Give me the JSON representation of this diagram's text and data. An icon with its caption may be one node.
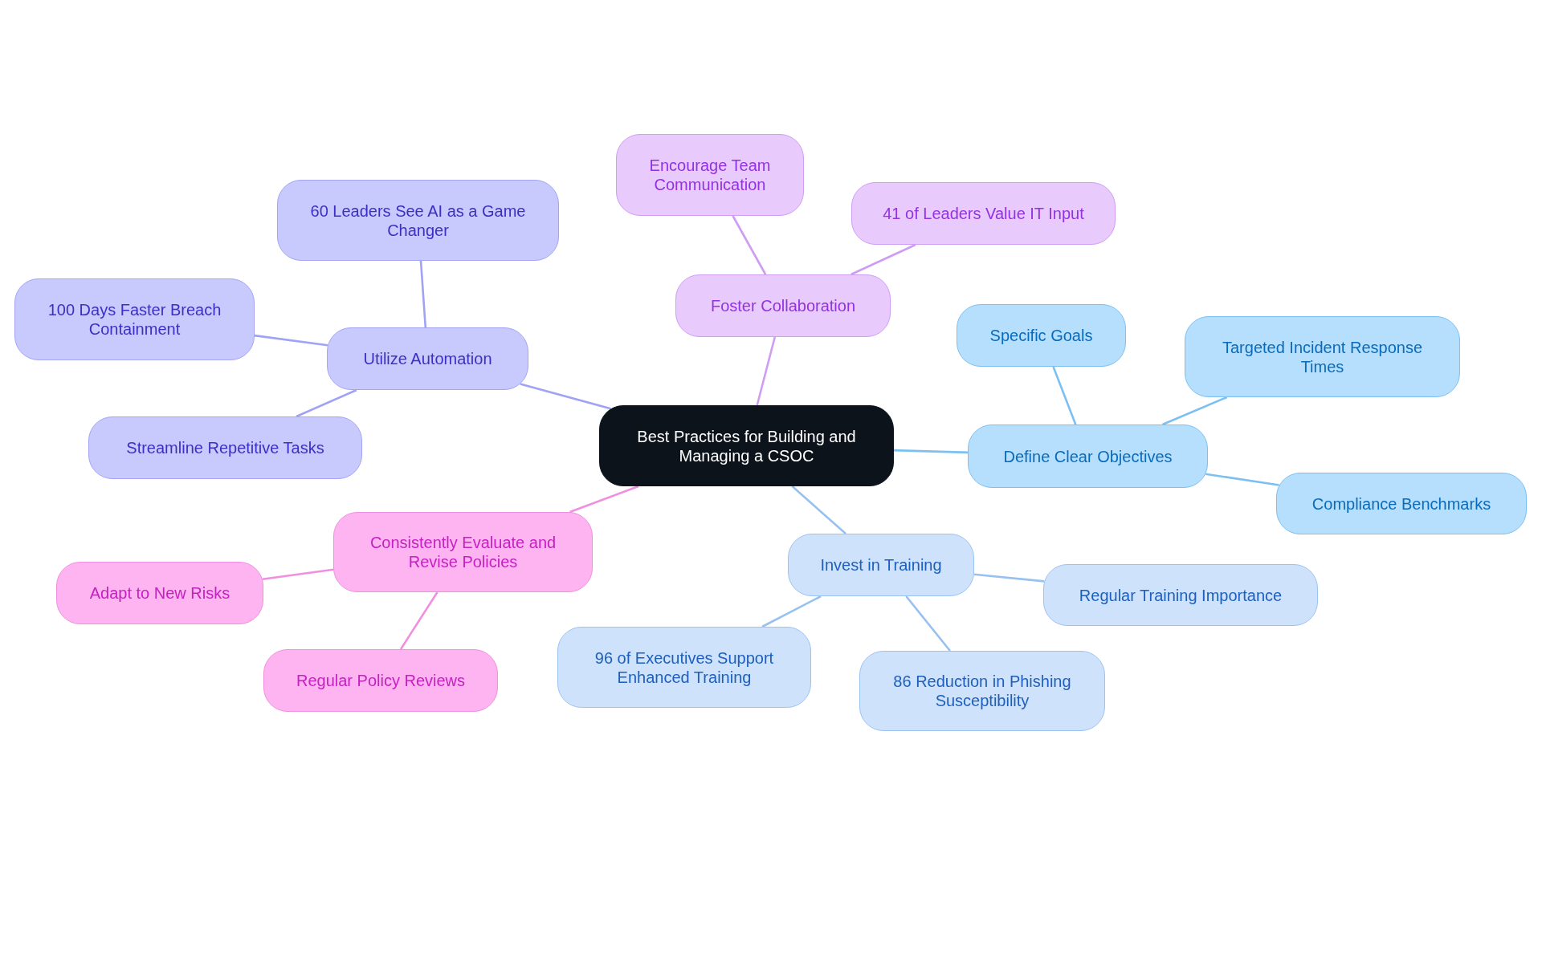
{
  "diagram": {
    "nodes": [
      {
        "text": [
          "Best Practices for Building and Managing a CSOC"
        ]
      },
      {
        "text": [
          "Utilize Automation"
        ]
      },
      {
        "text": [
          "60 Leaders See AI as a Game Changer"
        ]
      },
      {
        "text": [
          "100 Days Faster Breach Containment"
        ]
      },
      {
        "text": [
          "Streamline Repetitive Tasks"
        ]
      },
      {
        "text": [
          "Foster Collaboration"
        ]
      },
      {
        "text": [
          "Encourage Team Communication"
        ]
      },
      {
        "text": [
          "41 of Leaders Value IT Input"
        ]
      },
      {
        "text": [
          "Define Clear Objectives"
        ]
      },
      {
        "text": [
          "Specific Goals"
        ]
      },
      {
        "text": [
          "Targeted Incident Response Times"
        ]
      },
      {
        "text": [
          "Compliance Benchmarks"
        ]
      },
      {
        "text": [
          "Invest in Training"
        ]
      },
      {
        "text": [
          "Regular Training Importance"
        ]
      },
      {
        "text": [
          "96 of Executives Support Enhanced Training"
        ]
      },
      {
        "text": [
          "86 Reduction in Phishing Susceptibility"
        ]
      },
      {
        "text": [
          "Consistently Evaluate and Revise Policies"
        ]
      },
      {
        "text": [
          "Adapt to New Risks"
        ]
      },
      {
        "text": [
          "Regular Policy Reviews"
        ]
      }
    ],
    "edges": [
      {
        "from": 0,
        "to": 1,
        "arrow": "none",
        "color": "#a0a3f3"
      },
      {
        "from": 1,
        "to": 2,
        "arrow": "none",
        "color": "#a0a3f3"
      },
      {
        "from": 1,
        "to": 3,
        "arrow": "none",
        "color": "#a0a3f3"
      },
      {
        "from": 1,
        "to": 4,
        "arrow": "none",
        "color": "#a0a3f3"
      },
      {
        "from": 0,
        "to": 5,
        "arrow": "none",
        "color": "#cf9cf4"
      },
      {
        "from": 5,
        "to": 6,
        "arrow": "none",
        "color": "#cf9cf4"
      },
      {
        "from": 5,
        "to": 7,
        "arrow": "none",
        "color": "#cf9cf4"
      },
      {
        "from": 0,
        "to": 8,
        "arrow": "none",
        "color": "#7cc0f2"
      },
      {
        "from": 8,
        "to": 9,
        "arrow": "none",
        "color": "#7cc0f2"
      },
      {
        "from": 8,
        "to": 10,
        "arrow": "none",
        "color": "#7cc0f2"
      },
      {
        "from": 8,
        "to": 11,
        "arrow": "none",
        "color": "#7cc0f2"
      },
      {
        "from": 0,
        "to": 12,
        "arrow": "none",
        "color": "#99c1f0"
      },
      {
        "from": 12,
        "to": 13,
        "arrow": "none",
        "color": "#99c1f0"
      },
      {
        "from": 12,
        "to": 14,
        "arrow": "none",
        "color": "#99c1f0"
      },
      {
        "from": 12,
        "to": 15,
        "arrow": "none",
        "color": "#99c1f0"
      },
      {
        "from": 0,
        "to": 16,
        "arrow": "none",
        "color": "#f08fe0"
      },
      {
        "from": 16,
        "to": 17,
        "arrow": "none",
        "color": "#f08fe0"
      },
      {
        "from": 16,
        "to": 18,
        "arrow": "none",
        "color": "#f08fe0"
      }
    ]
  }
}
